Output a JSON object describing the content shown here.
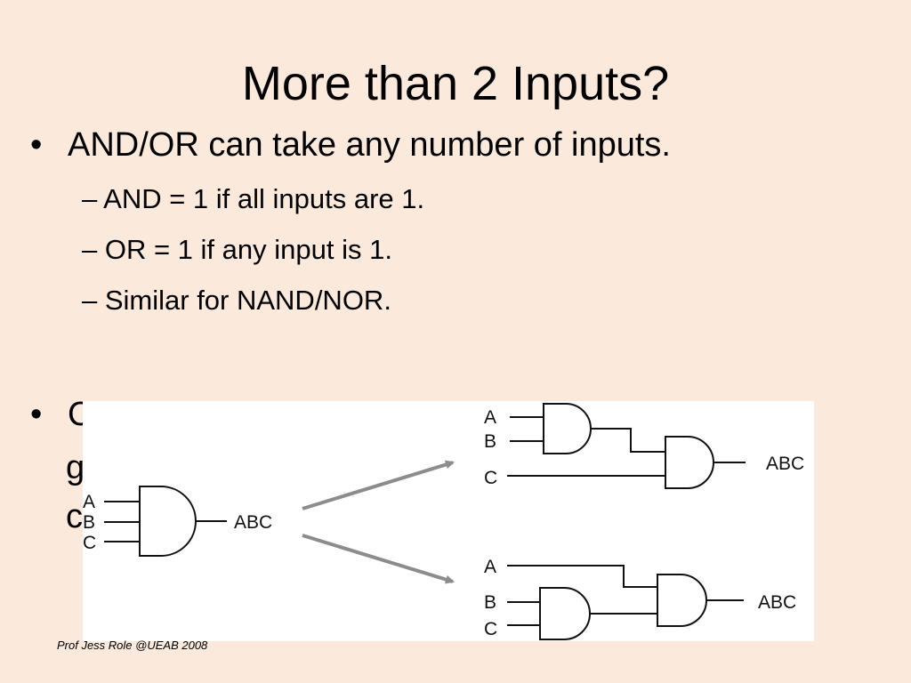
{
  "slide": {
    "title": "More than 2 Inputs?",
    "bullet1": "AND/OR can take any number of inputs.",
    "sub_items": [
      "– AND = 1 if all inputs are 1.",
      "– OR = 1 if any input is 1.",
      "– Similar for NAND/NOR."
    ],
    "bullet2_visible_fragments": [
      "C",
      "g",
      "c"
    ],
    "bullet_glyph": "•",
    "footer": "Prof Jess Role @UEAB 2008"
  },
  "diagram": {
    "three_input_gate": {
      "inputs": [
        "A",
        "B",
        "C"
      ],
      "output": "ABC"
    },
    "cascade_top": {
      "inputs": [
        "A",
        "B",
        "C"
      ],
      "output": "ABC"
    },
    "cascade_bottom": {
      "inputs": [
        "A",
        "B",
        "C"
      ],
      "output": "ABC"
    },
    "arrow_color": "#8c8c8c",
    "line_color": "#111111"
  }
}
